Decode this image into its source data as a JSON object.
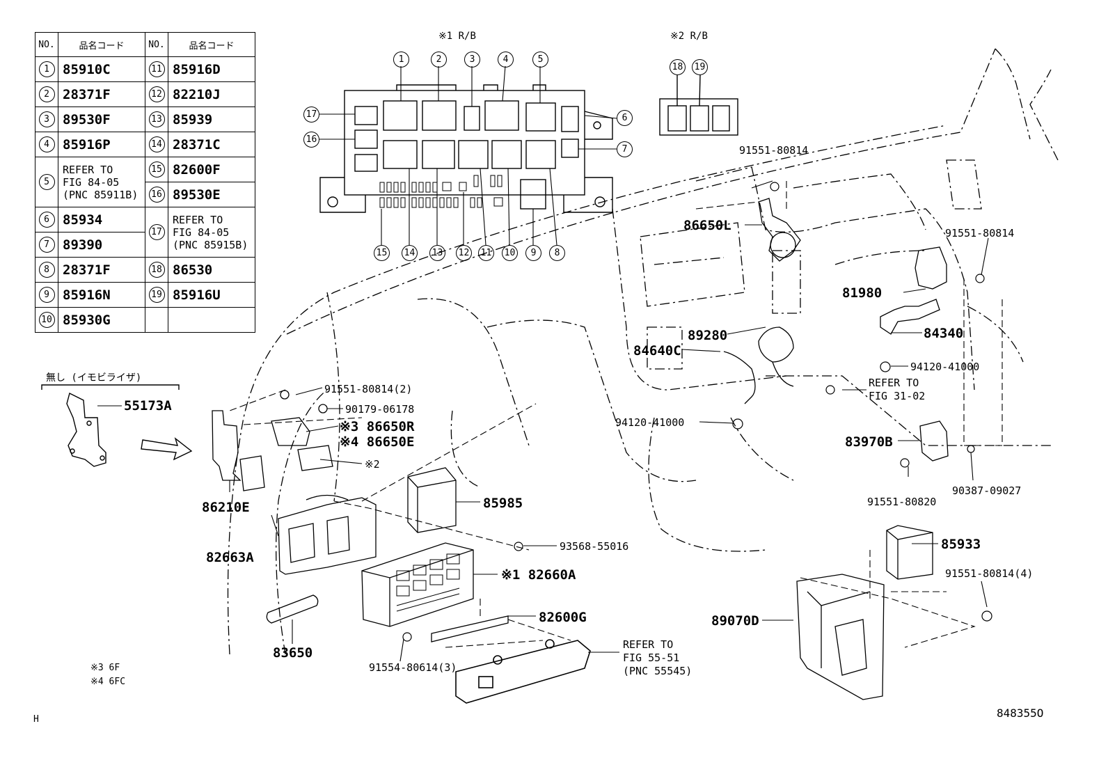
{
  "table": {
    "header": {
      "no": "NO.",
      "code": "品名コード",
      "no2": "NO.",
      "code2": "品名コード"
    },
    "rows": [
      {
        "n1": "1",
        "c1": "85910C",
        "n2": "11",
        "c2": "85916D"
      },
      {
        "n1": "2",
        "c1": "28371F",
        "n2": "12",
        "c2": "82210J"
      },
      {
        "n1": "3",
        "c1": "89530F",
        "n2": "13",
        "c2": "85939"
      },
      {
        "n1": "4",
        "c1": "85916P",
        "n2": "14",
        "c2": "28371C"
      },
      {
        "n1": "5",
        "c1": "REFER TO\nFIG 84-05\n(PNC 85911B)",
        "n2": "15",
        "c2": "82600F"
      },
      {
        "n1": "",
        "c1": "",
        "n2": "16",
        "c2": "89530E"
      },
      {
        "n1": "6",
        "c1": "85934",
        "n2": "17",
        "c2": "REFER TO\nFIG 84-05\n(PNC 85915B)"
      },
      {
        "n1": "7",
        "c1": "89390",
        "n2": "",
        "c2": ""
      },
      {
        "n1": "8",
        "c1": "28371F",
        "n2": "18",
        "c2": "86530"
      },
      {
        "n1": "9",
        "c1": "85916N",
        "n2": "19",
        "c2": "85916U"
      },
      {
        "n1": "10",
        "c1": "85930G",
        "n2": "",
        "c2": ""
      }
    ]
  },
  "rb1": {
    "title": "※1 R/B",
    "top_callouts": [
      "1",
      "2",
      "3",
      "4",
      "5"
    ],
    "bottom_callouts": [
      "15",
      "14",
      "13",
      "12",
      "11",
      "10",
      "9",
      "8"
    ],
    "left_callouts": [
      "17",
      "16"
    ],
    "right_callouts": [
      "6",
      "7"
    ]
  },
  "rb2": {
    "title": "※2 R/B",
    "callouts": [
      "18",
      "19"
    ]
  },
  "immobilizer_note": "無し (イモビライザ)",
  "labels": {
    "p55173A": "55173A",
    "p91551_2": "91551-80814(2)",
    "p90179": "90179-06178",
    "p86650R": "※3 86650R",
    "p86650E": "※4 86650E",
    "pX2": "※2",
    "p86210E": "86210E",
    "p82663A": "82663A",
    "p85985": "85985",
    "p93568": "93568-55016",
    "p82660A": "※1 82660A",
    "p82600G": "82600G",
    "p83650": "83650",
    "p91554": "91554-80614(3)",
    "p94120a": "94120-41000",
    "p84640C": "84640C",
    "p89280": "89280",
    "p86650L": "86650L",
    "p91551_top": "91551-80814",
    "p91551_right": "91551-80814",
    "p81980": "81980",
    "p84340": "84340",
    "p94120b": "94120-41000",
    "p83970B": "83970B",
    "p91551_820": "91551-80820",
    "p90387": "90387-09027",
    "p85933": "85933",
    "p91551_4": "91551-80814(4)",
    "p89070D": "89070D"
  },
  "refs": {
    "fig31": "REFER TO\nFIG 31-02",
    "fig55": "REFER TO\nFIG 55-51\n(PNC 55545)"
  },
  "notes": {
    "n3": "※3 6F",
    "n4": "※4 6FC",
    "corner": "H",
    "fig_id": "848355O"
  }
}
